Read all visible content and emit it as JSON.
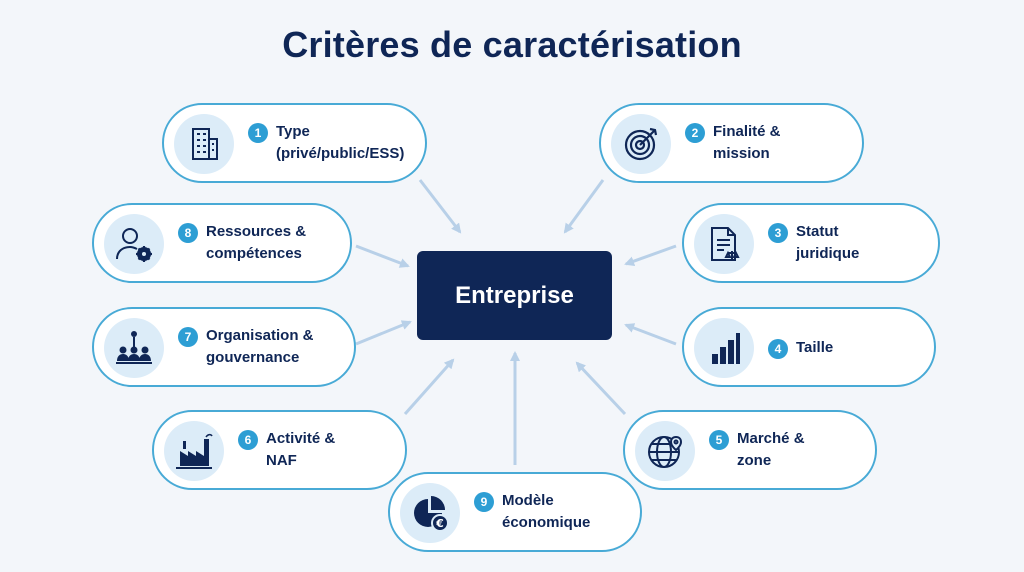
{
  "title": "Critères de caractérisation",
  "center": "Entreprise",
  "colors": {
    "navy": "#0f2656",
    "accent": "#2d9ed4",
    "border": "#48aad6",
    "icon_bg": "#dcecf8",
    "arrow": "#b8d0e8"
  },
  "criteria": [
    {
      "num": "1",
      "line1": "Type",
      "line2": "(privé/public/ESS)",
      "icon": "building-icon"
    },
    {
      "num": "2",
      "line1": "Finalité &",
      "line2": "mission",
      "icon": "target-icon"
    },
    {
      "num": "3",
      "line1": "Statut",
      "line2": "juridique",
      "icon": "legal-document-icon"
    },
    {
      "num": "4",
      "line1": "Taille",
      "line2": "",
      "icon": "bar-chart-icon"
    },
    {
      "num": "5",
      "line1": "Marché &",
      "line2": "zone",
      "icon": "globe-icon"
    },
    {
      "num": "6",
      "line1": "Activité &",
      "line2": "NAF",
      "icon": "factory-icon"
    },
    {
      "num": "7",
      "line1": "Organisation &",
      "line2": "gouvernance",
      "icon": "team-icon"
    },
    {
      "num": "8",
      "line1": "Ressources &",
      "line2": "compétences",
      "icon": "user-gear-icon"
    },
    {
      "num": "9",
      "line1": "Modèle",
      "line2": "économique",
      "icon": "pie-euro-icon"
    }
  ]
}
